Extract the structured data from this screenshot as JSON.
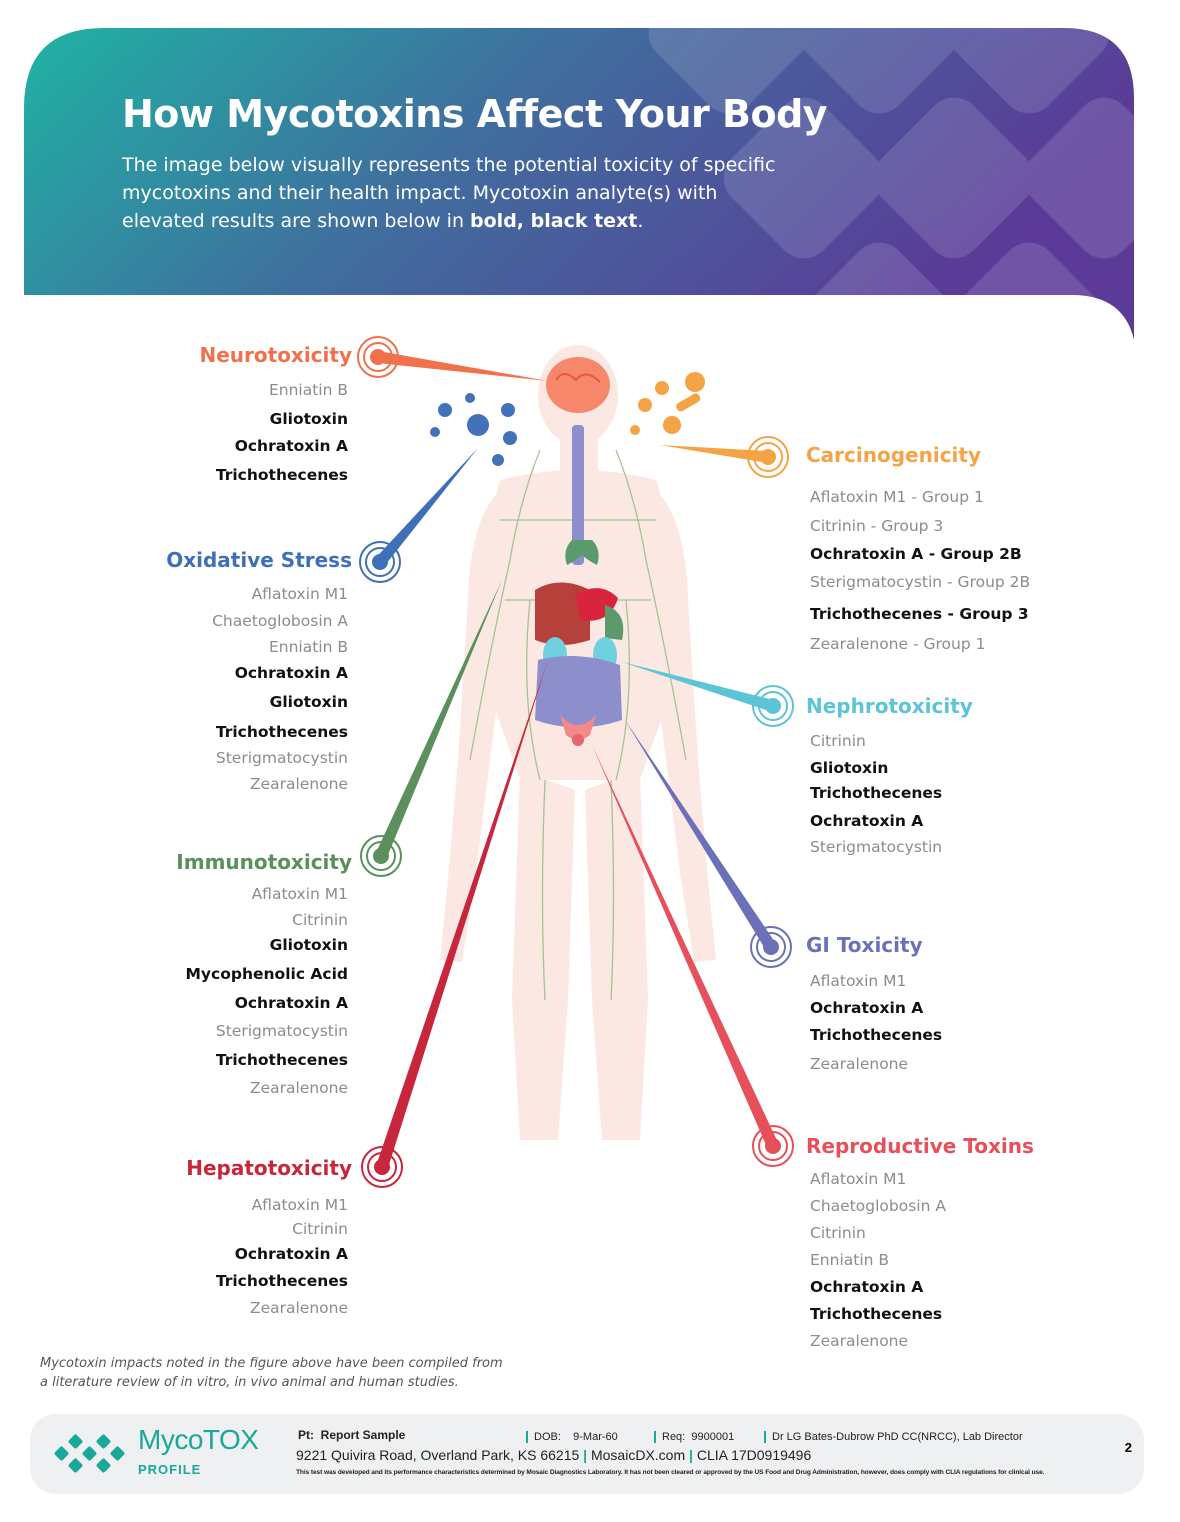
{
  "header": {
    "title": "How Mycotoxins Affect Your Body",
    "intro_text": "The image below visually represents the potential toxicity of specific mycotoxins and their health impact. Mycotoxin analyte(s) with elevated results are shown below in ",
    "intro_bold": "bold, black text",
    "intro_end": "."
  },
  "categories": [
    {
      "id": "neuro",
      "title": "Neurotoxicity",
      "color": "#f0714b",
      "items": [
        {
          "name": "Enniatin B",
          "elevated": false
        },
        {
          "name": "Gliotoxin",
          "elevated": true
        },
        {
          "name": "Ochratoxin A",
          "elevated": true
        },
        {
          "name": "Trichothecenes",
          "elevated": true
        }
      ]
    },
    {
      "id": "oxid",
      "title": "Oxidative Stress",
      "color": "#3f6fb8",
      "items": [
        {
          "name": "Aflatoxin M1",
          "elevated": false
        },
        {
          "name": "Chaetoglobosin A",
          "elevated": false
        },
        {
          "name": "Enniatin B",
          "elevated": false
        },
        {
          "name": "Ochratoxin A",
          "elevated": true
        },
        {
          "name": "Gliotoxin",
          "elevated": true
        },
        {
          "name": "Trichothecenes",
          "elevated": true
        },
        {
          "name": "Sterigmatocystin",
          "elevated": false
        },
        {
          "name": "Zearalenone",
          "elevated": false
        }
      ]
    },
    {
      "id": "immuno",
      "title": "Immunotoxicity",
      "color": "#5b8f5c",
      "items": [
        {
          "name": "Aflatoxin M1",
          "elevated": false
        },
        {
          "name": "Citrinin",
          "elevated": false
        },
        {
          "name": "Gliotoxin",
          "elevated": true
        },
        {
          "name": "Mycophenolic Acid",
          "elevated": true
        },
        {
          "name": "Ochratoxin A",
          "elevated": true
        },
        {
          "name": "Sterigmatocystin",
          "elevated": false
        },
        {
          "name": "Trichothecenes",
          "elevated": true
        },
        {
          "name": "Zearalenone",
          "elevated": false
        }
      ]
    },
    {
      "id": "hepato",
      "title": "Hepatotoxicity",
      "color": "#c8263c",
      "items": [
        {
          "name": "Aflatoxin M1",
          "elevated": false
        },
        {
          "name": "Citrinin",
          "elevated": false
        },
        {
          "name": "Ochratoxin A",
          "elevated": true
        },
        {
          "name": "Trichothecenes",
          "elevated": true
        },
        {
          "name": "Zearalenone",
          "elevated": false
        }
      ]
    },
    {
      "id": "carcino",
      "title": "Carcinogenicity",
      "color": "#f4a444",
      "items": [
        {
          "name": "Aflatoxin M1 - Group 1",
          "elevated": false
        },
        {
          "name": "Citrinin - Group 3",
          "elevated": false
        },
        {
          "name": "Ochratoxin A - Group 2B",
          "elevated": true
        },
        {
          "name": "Sterigmatocystin - Group 2B",
          "elevated": false
        },
        {
          "name": "Trichothecenes - Group 3",
          "elevated": true
        },
        {
          "name": "Zearalenone - Group 1",
          "elevated": false
        }
      ]
    },
    {
      "id": "nephro",
      "title": "Nephrotoxicity",
      "color": "#5bc4d6",
      "items": [
        {
          "name": "Citrinin",
          "elevated": false
        },
        {
          "name": "Gliotoxin",
          "elevated": true
        },
        {
          "name": "Trichothecenes",
          "elevated": true
        },
        {
          "name": "Ochratoxin A",
          "elevated": true
        },
        {
          "name": "Sterigmatocystin",
          "elevated": false
        }
      ]
    },
    {
      "id": "gi",
      "title": "GI Toxicity",
      "color": "#6c70b8",
      "items": [
        {
          "name": "Aflatoxin M1",
          "elevated": false
        },
        {
          "name": "Ochratoxin A",
          "elevated": true
        },
        {
          "name": "Trichothecenes",
          "elevated": true
        },
        {
          "name": "Zearalenone",
          "elevated": false
        }
      ]
    },
    {
      "id": "repro",
      "title": "Reproductive Toxins",
      "color": "#e5505a",
      "items": [
        {
          "name": "Aflatoxin M1",
          "elevated": false
        },
        {
          "name": "Chaetoglobosin A",
          "elevated": false
        },
        {
          "name": "Citrinin",
          "elevated": false
        },
        {
          "name": "Enniatin B",
          "elevated": false
        },
        {
          "name": "Ochratoxin A",
          "elevated": true
        },
        {
          "name": "Trichothecenes",
          "elevated": true
        },
        {
          "name": "Zearalenone",
          "elevated": false
        }
      ]
    }
  ],
  "footnote": {
    "line1": "Mycotoxin impacts noted in the figure above have been compiled from",
    "line2": "a literature review of in vitro, in vivo animal and human studies."
  },
  "footer": {
    "brand": "MycoTOX",
    "brand_sub": "PROFILE",
    "patient_label": "Pt:",
    "patient": "Report Sample",
    "dob_label": "DOB:",
    "dob": "9-Mar-60",
    "req_label": "Req:",
    "req": "9900001",
    "director": "Dr LG Bates-Dubrow PhD CC(NRCC), Lab Director",
    "address": "9221 Quivira Road, Overland Park, KS 66215",
    "website": "MosaicDX.com",
    "clia": "CLIA 17D0919496",
    "disclaimer": "This test was developed and its performance characteristics determined by Mosaic Diagnostics Laboratory. It has not been cleared or approved by the US Food and Drug Administration,  however, does comply with CLIA regulations for clinical use.",
    "page": "2"
  }
}
